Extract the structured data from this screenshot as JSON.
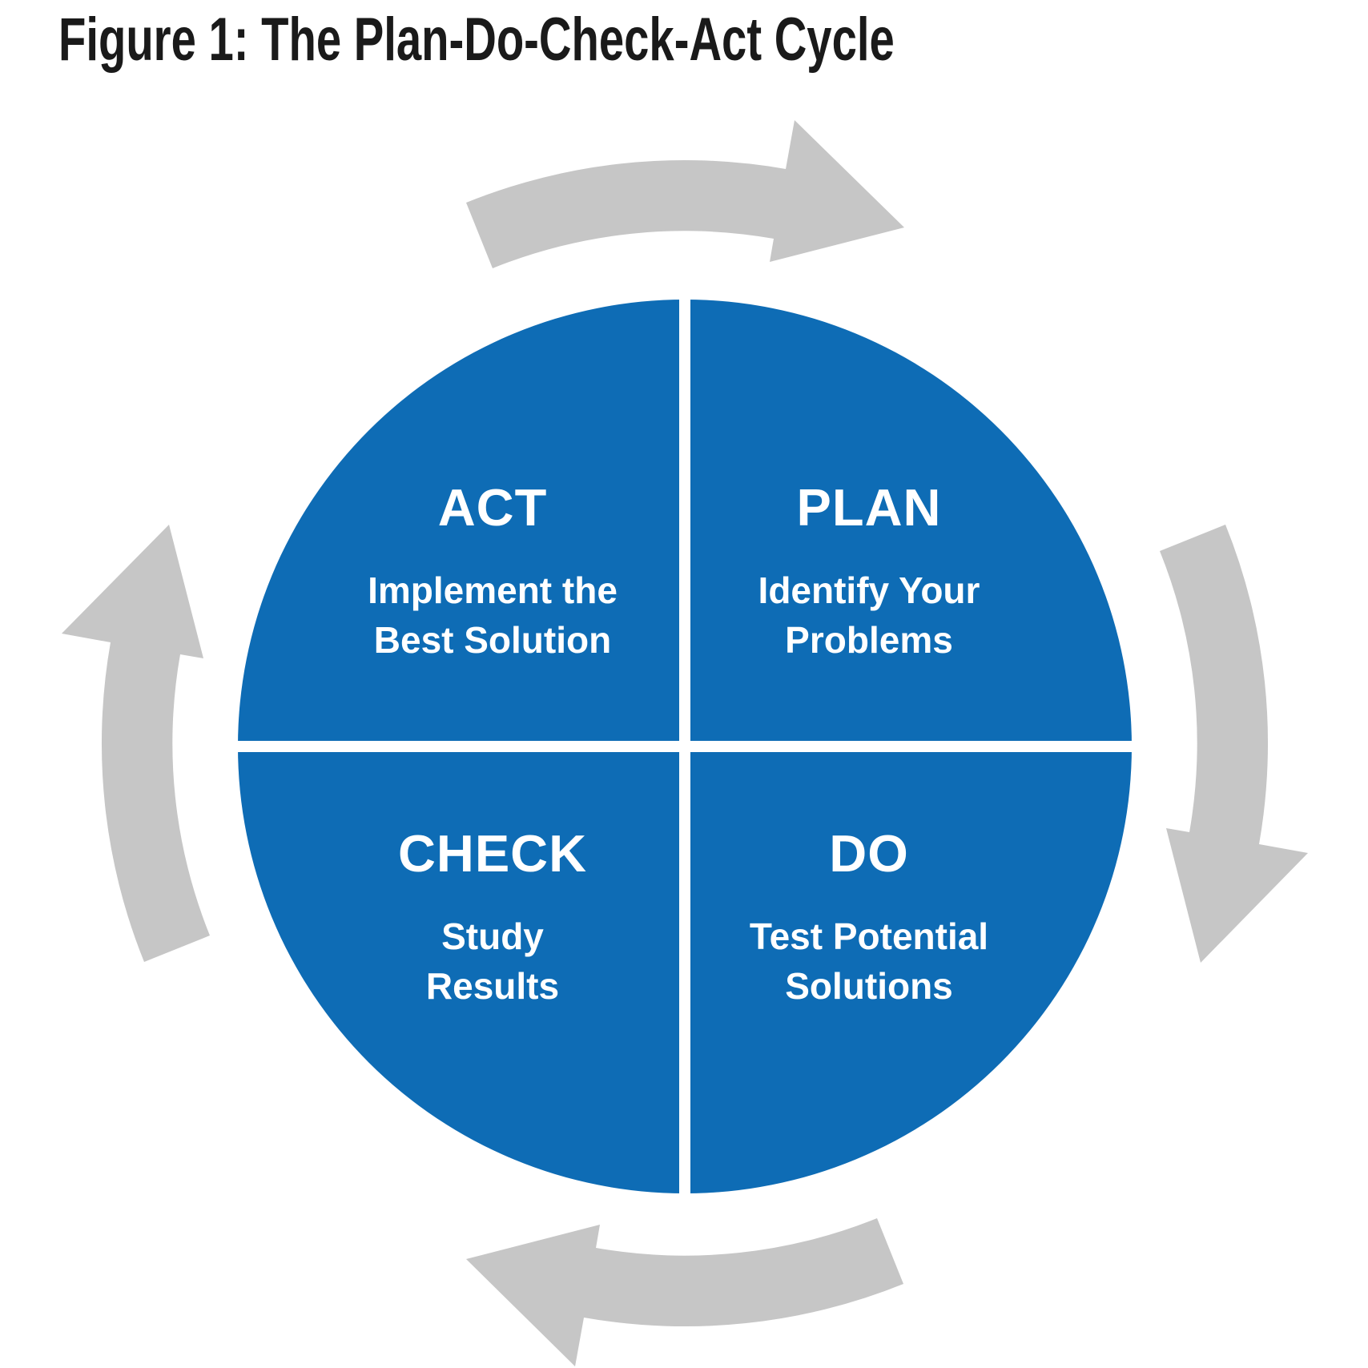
{
  "figure": {
    "title": "Figure 1: The Plan-Do-Check-Act Cycle"
  },
  "cycle": {
    "direction": "clockwise",
    "quadrants": [
      {
        "id": "act",
        "position": "top-left",
        "heading": "ACT",
        "description_lines": [
          "Implement the",
          "Best Solution"
        ]
      },
      {
        "id": "plan",
        "position": "top-right",
        "heading": "PLAN",
        "description_lines": [
          "Identify Your",
          "Problems"
        ]
      },
      {
        "id": "check",
        "position": "bottom-left",
        "heading": "CHECK",
        "description_lines": [
          "Study",
          "Results"
        ]
      },
      {
        "id": "do",
        "position": "bottom-right",
        "heading": "DO",
        "description_lines": [
          "Test Potential",
          "Solutions"
        ]
      }
    ],
    "arrows": [
      {
        "id": "top",
        "points": "right"
      },
      {
        "id": "right",
        "points": "down"
      },
      {
        "id": "bottom",
        "points": "left"
      },
      {
        "id": "left",
        "points": "up"
      }
    ]
  },
  "colors": {
    "circle_blue": "#0e6cb5",
    "arrow_gray": "#c6c6c6",
    "divider_white": "#ffffff",
    "title_black": "#1a1a1a"
  }
}
